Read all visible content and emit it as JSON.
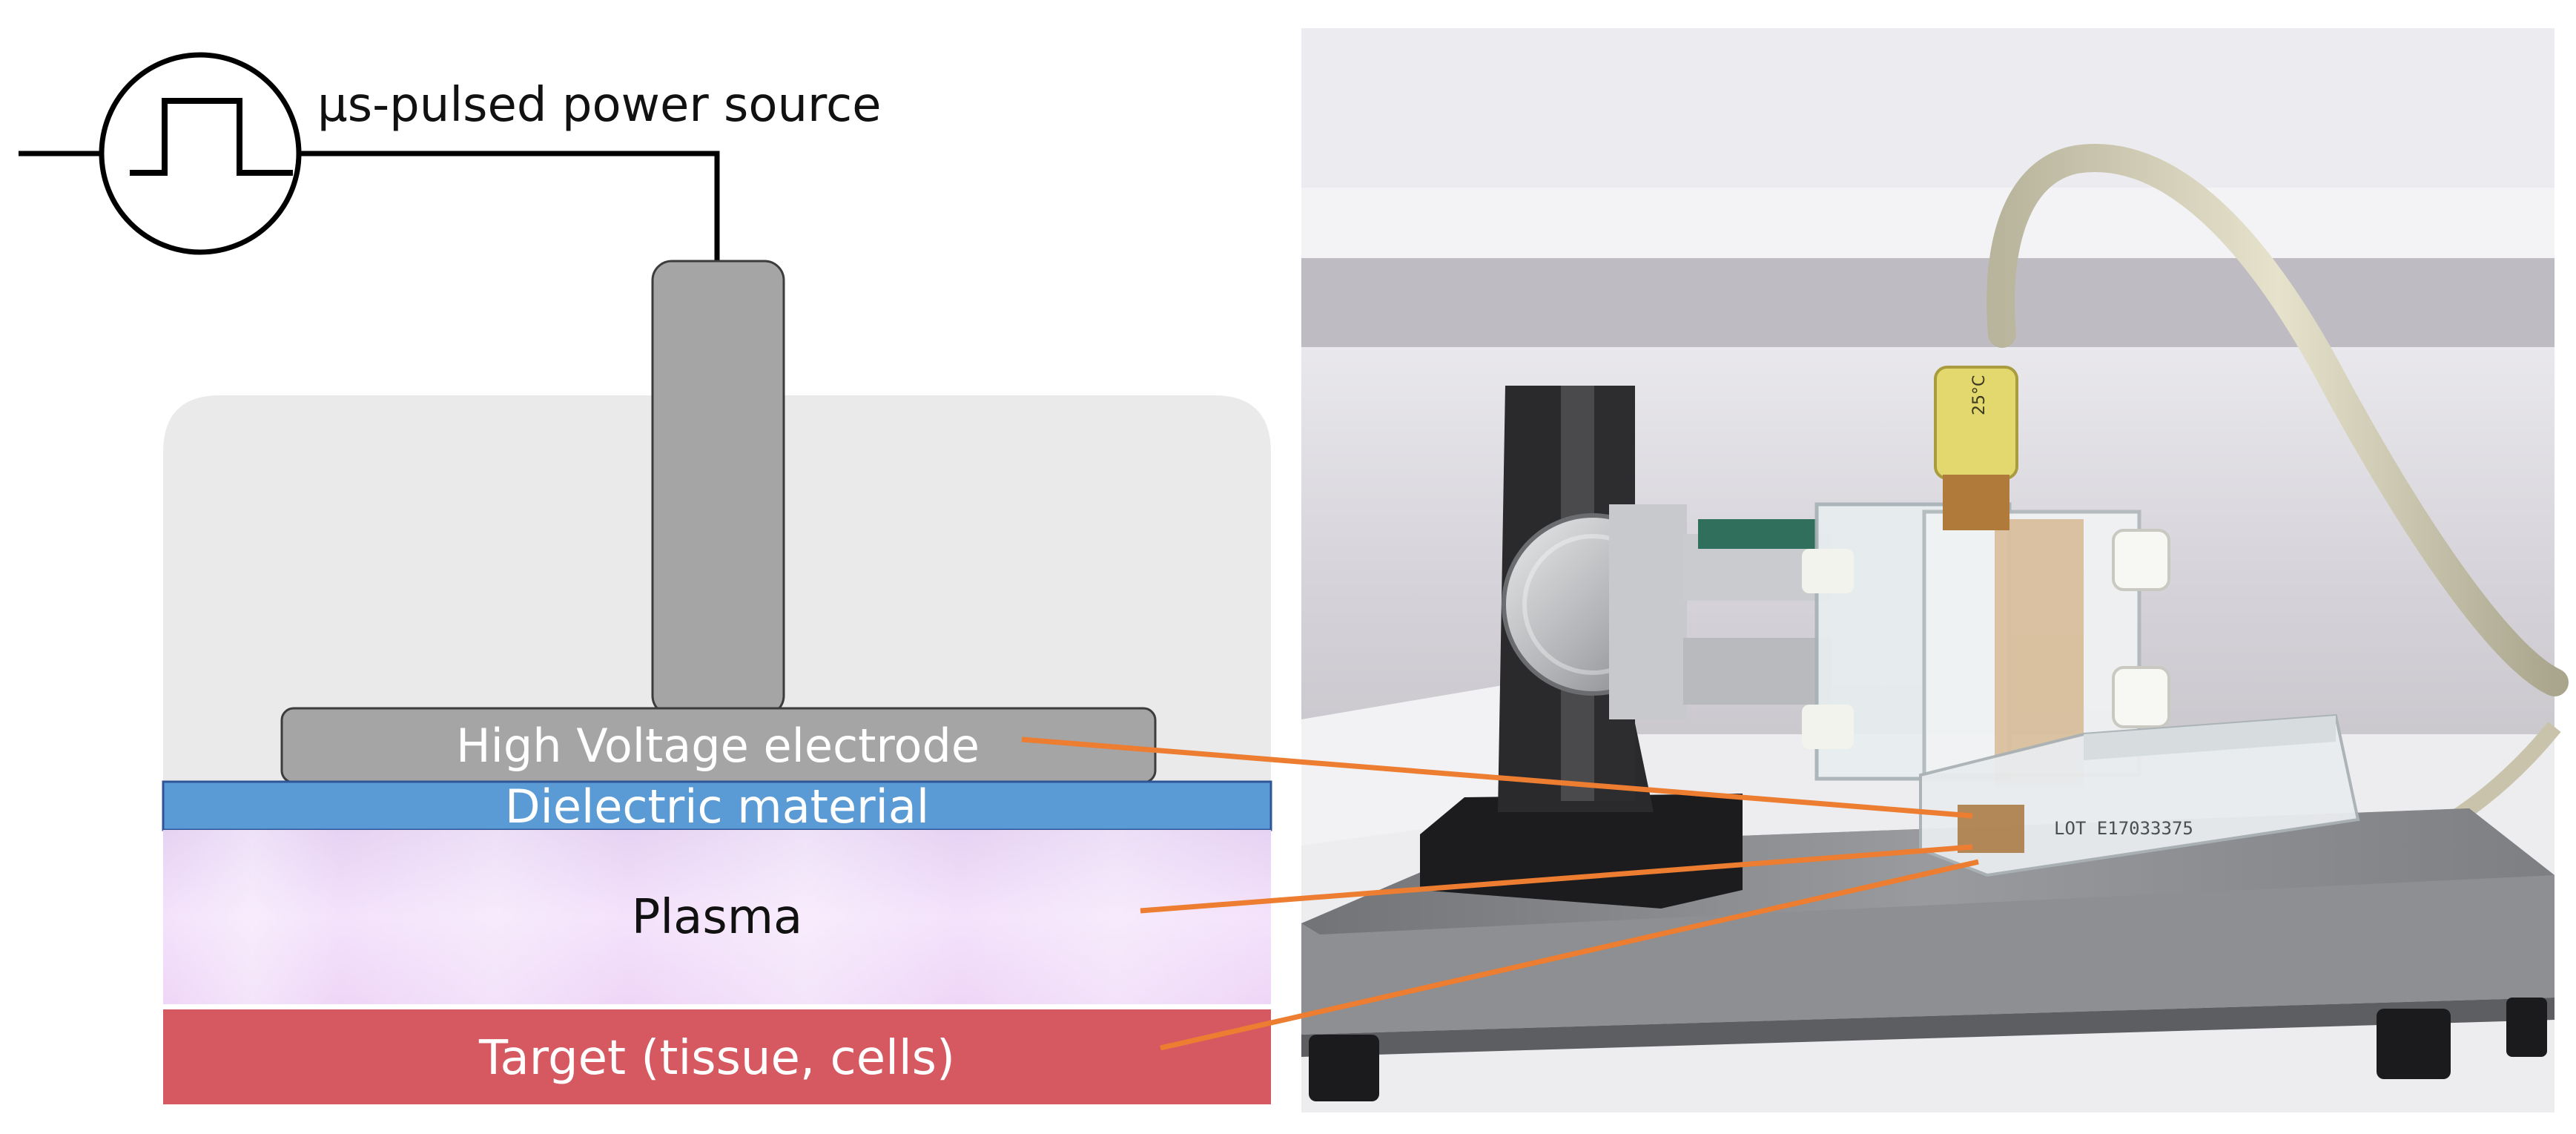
{
  "labels": {
    "power_source": "µs-pulsed power source",
    "electrode": "High Voltage electrode",
    "dielectric": "Dielectric material",
    "plasma": "Plasma",
    "target": "Target (tissue, cells)"
  },
  "photo": {
    "plate_text": "LOT E17033375",
    "sleeve_text": "25°C"
  },
  "colors": {
    "housing": "#eaeaea",
    "electrode": "#a6a5a5",
    "dielectric": "#5b9bd5",
    "plasma": "#f0dcf9",
    "target": "#d65961",
    "leader": "#ec7d31",
    "wire": "#000000"
  }
}
